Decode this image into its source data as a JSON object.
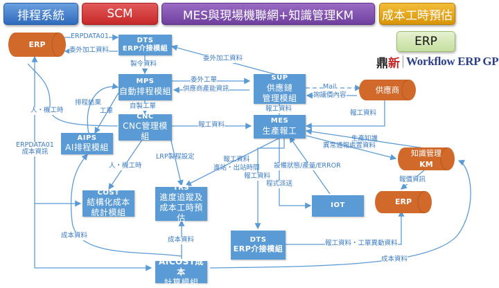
{
  "header_tabs": [
    {
      "label": "排程系統",
      "color": "#3b78c8"
    },
    {
      "label": "SCM",
      "color": "#d03a3a"
    },
    {
      "label": "MES與現場機聯網+知識管理KM",
      "color": "#7e4faf"
    },
    {
      "label": "成本工時預估",
      "color": "#e5a51e"
    }
  ],
  "erp_badge": {
    "label": "ERP",
    "color": "#d4e8b4"
  },
  "logo": {
    "cn_part1": "鼎",
    "cn_part2": "新",
    "text": "Workflow ERP GP"
  },
  "colors": {
    "module_box": "#5b9bd5",
    "external_system": "#d0692a",
    "line": "#5b9bd5",
    "label_text": "#3c7cc4"
  },
  "nodes": {
    "erp_top": {
      "label": "ERP"
    },
    "dts_top": {
      "line1": "DTS",
      "line2": "ERP介接模組"
    },
    "mps": {
      "line1": "MPS",
      "line2": "自動排程模組"
    },
    "sup": {
      "line1": "SUP",
      "line2": "供應鏈",
      "line3": "管理模組"
    },
    "supplier": {
      "label": "供應商"
    },
    "cnc": {
      "line1": "CNC",
      "line2": "CNC管理模組"
    },
    "mes": {
      "line1": "MES",
      "line2": "生產報工"
    },
    "aips": {
      "line1": "AIPS",
      "line2": "AI排程模組"
    },
    "km": {
      "line1": "知識管理",
      "line2": "KM"
    },
    "cost": {
      "line1": "COST",
      "line2": "結構化成本",
      "line3": "統計模組"
    },
    "trs": {
      "line1": "TRS",
      "line2": "進度追蹤及",
      "line3": "成本工時預",
      "line4": "估"
    },
    "iot": {
      "label": "IOT"
    },
    "erp_right": {
      "label": "ERP"
    },
    "dts_bottom": {
      "line1": "DTS",
      "line2": "ERP介接模組"
    },
    "aicost": {
      "line1": "AICOST成本",
      "line2": "計算模組"
    }
  },
  "edge_labels": {
    "erpdata01_top": "ERPDATA01",
    "outsource_data_left": "委外加工資料",
    "outsource_data_diag": "委外加工資料",
    "mfg_order_data": "製令資料",
    "outsource_order": "委外工單",
    "supplier_capacity": "供應商產能資訊",
    "mail": "Mail",
    "inquiry_content": "詢議價內容",
    "report_data_sup_mes": "報工資料",
    "report_data_supplier": "報工資料",
    "self_order": "自製工單",
    "schedule_result": "排程結果",
    "work_order": "工單",
    "man_machine_hours_left": "人・機工時",
    "report_data_cnc_mes": "報工資料",
    "production_knowledge": "生產知識",
    "anomaly_data": "異常通報處置資料",
    "erpdata01_cost_1": "ERPDATA01",
    "erpdata01_cost_2": "成本資訊",
    "man_machine_hours_cnc": "人・機工時",
    "lrp_setting": "LRP製程設定",
    "report_data_trs_1": "報工資料",
    "report_data_trs_2": "進站・出站時間",
    "report_data_dts": "報工資料",
    "program_dispatch": "程式派送",
    "equipment_status": "設備狀態/產量/ERROR",
    "quote_info": "報價資訊",
    "cost_data_aips": "成本資料",
    "cost_data_trs": "成本資料",
    "report_order_change": "報工資料・工單異動資料",
    "cost_data_km": "成本資料"
  }
}
